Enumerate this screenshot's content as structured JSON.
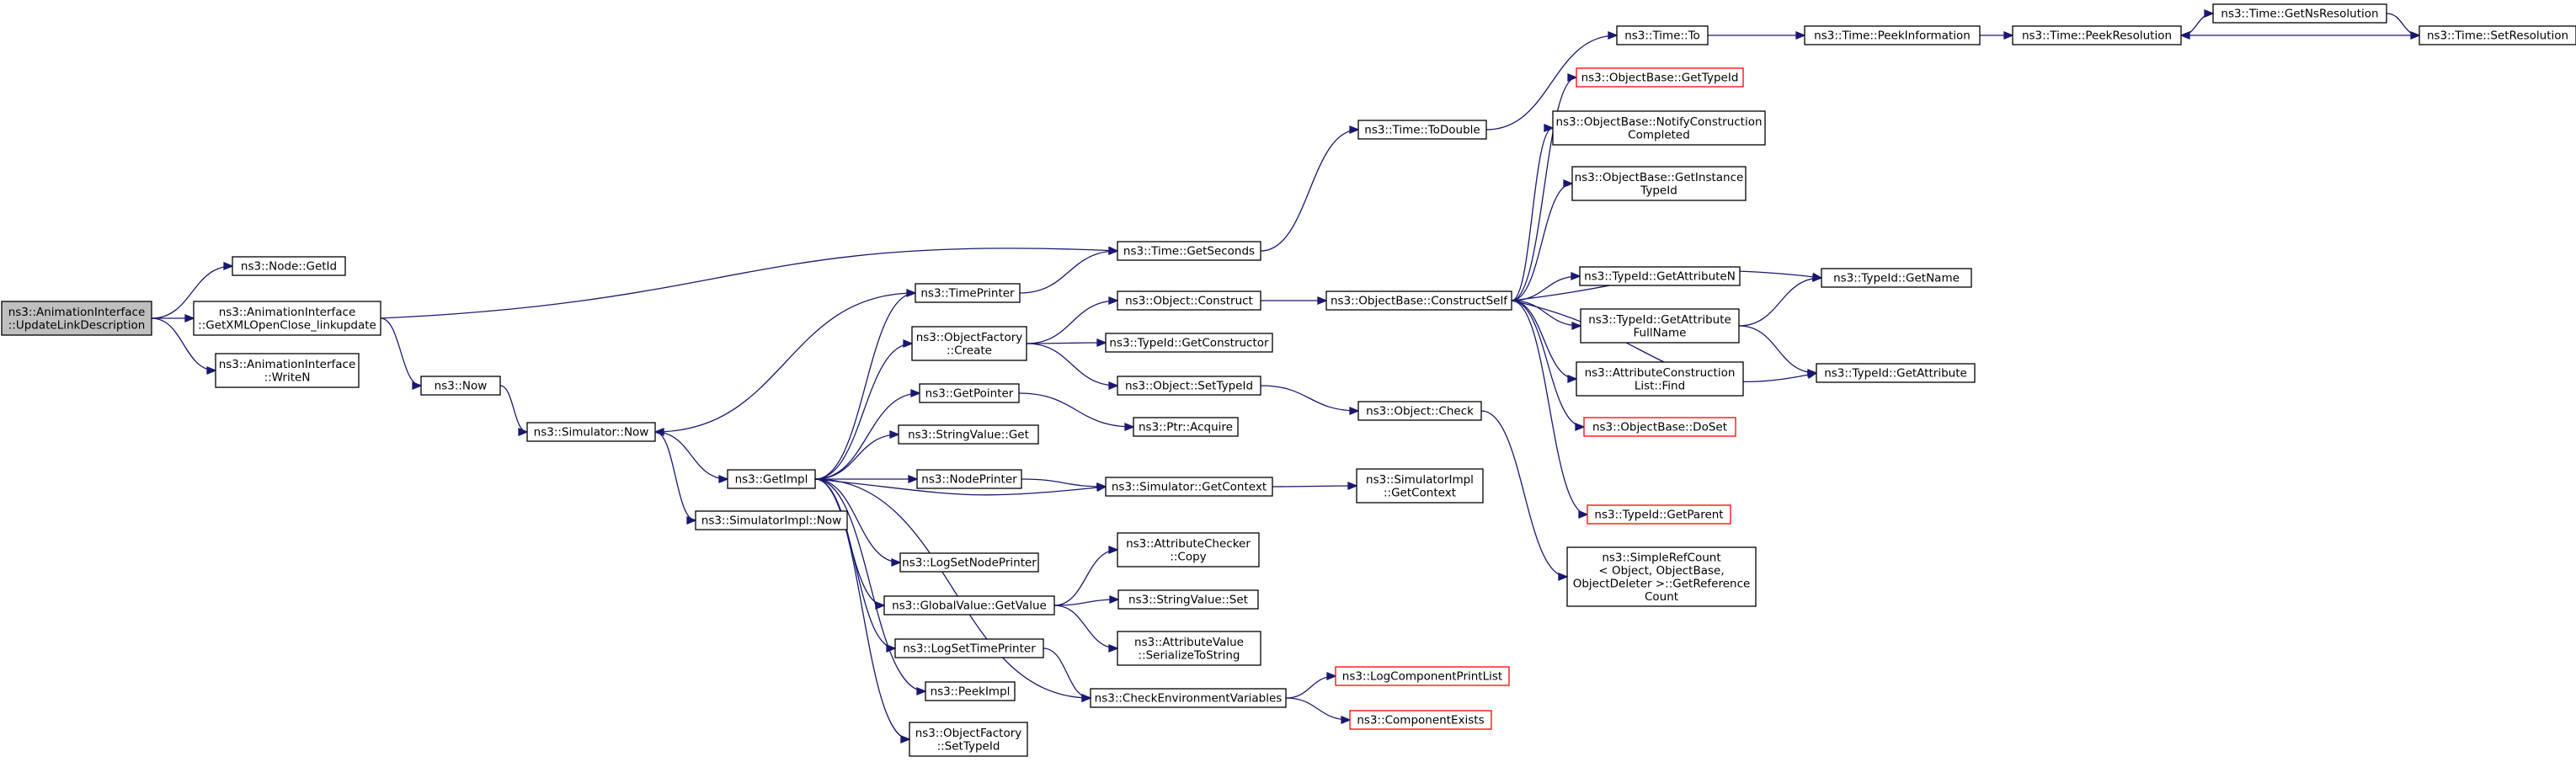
{
  "nodes": {
    "root": {
      "lines": [
        "ns3::AnimationInterface",
        "::UpdateLinkDescription"
      ],
      "kind": "root"
    },
    "getid": {
      "lines": [
        "ns3::Node::GetId"
      ]
    },
    "getxml": {
      "lines": [
        "ns3::AnimationInterface",
        "::GetXMLOpenClose_linkupdate"
      ]
    },
    "writen": {
      "lines": [
        "ns3::AnimationInterface",
        "::WriteN"
      ]
    },
    "now": {
      "lines": [
        "ns3::Now"
      ]
    },
    "simnow": {
      "lines": [
        "ns3::Simulator::Now"
      ]
    },
    "getimpl": {
      "lines": [
        "ns3::GetImpl"
      ]
    },
    "simimplnow": {
      "lines": [
        "ns3::SimulatorImpl::Now"
      ]
    },
    "timeprinter": {
      "lines": [
        "ns3::TimePrinter"
      ]
    },
    "objfactcreate": {
      "lines": [
        "ns3::ObjectFactory",
        "::Create"
      ]
    },
    "getpointer": {
      "lines": [
        "ns3::GetPointer"
      ]
    },
    "strvalget": {
      "lines": [
        "ns3::StringValue::Get"
      ]
    },
    "nodeprinter": {
      "lines": [
        "ns3::NodePrinter"
      ]
    },
    "logsetnode": {
      "lines": [
        "ns3::LogSetNodePrinter"
      ]
    },
    "gvgetvalue": {
      "lines": [
        "ns3::GlobalValue::GetValue"
      ]
    },
    "logsettime": {
      "lines": [
        "ns3::LogSetTimePrinter"
      ]
    },
    "peekimpl": {
      "lines": [
        "ns3::PeekImpl"
      ]
    },
    "objfactsettype": {
      "lines": [
        "ns3::ObjectFactory",
        "::SetTypeId"
      ]
    },
    "timegetseconds": {
      "lines": [
        "ns3::Time::GetSeconds"
      ]
    },
    "objconstruct": {
      "lines": [
        "ns3::Object::Construct"
      ]
    },
    "typeidgetctor": {
      "lines": [
        "ns3::TypeId::GetConstructor"
      ]
    },
    "objsettype": {
      "lines": [
        "ns3::Object::SetTypeId"
      ]
    },
    "ptracquire": {
      "lines": [
        "ns3::Ptr::Acquire"
      ]
    },
    "simgetctx": {
      "lines": [
        "ns3::Simulator::GetContext"
      ]
    },
    "attrcheckcopy": {
      "lines": [
        "ns3::AttributeChecker",
        "::Copy"
      ]
    },
    "strvalset": {
      "lines": [
        "ns3::StringValue::Set"
      ]
    },
    "attrvalser": {
      "lines": [
        "ns3::AttributeValue",
        "::SerializeToString"
      ]
    },
    "checkenv": {
      "lines": [
        "ns3::CheckEnvironmentVariables"
      ]
    },
    "logcompprint": {
      "lines": [
        "ns3::LogComponentPrintList"
      ],
      "kind": "red"
    },
    "compexists": {
      "lines": [
        "ns3::ComponentExists"
      ],
      "kind": "red"
    },
    "timetodouble": {
      "lines": [
        "ns3::Time::ToDouble"
      ]
    },
    "objbasector": {
      "lines": [
        "ns3::ObjectBase::ConstructSelf"
      ]
    },
    "objcheck": {
      "lines": [
        "ns3::Object::Check"
      ]
    },
    "simimplgetctx": {
      "lines": [
        "ns3::SimulatorImpl",
        "::GetContext"
      ]
    },
    "timeto": {
      "lines": [
        "ns3::Time::To"
      ]
    },
    "obgettypeid": {
      "lines": [
        "ns3::ObjectBase::GetTypeId"
      ],
      "kind": "red"
    },
    "obnotify": {
      "lines": [
        "ns3::ObjectBase::NotifyConstruction",
        "Completed"
      ]
    },
    "obgetinst": {
      "lines": [
        "ns3::ObjectBase::GetInstance",
        "TypeId"
      ]
    },
    "tidgetattrn": {
      "lines": [
        "ns3::TypeId::GetAttributeN"
      ]
    },
    "tidgetattrfull": {
      "lines": [
        "ns3::TypeId::GetAttribute",
        "FullName"
      ]
    },
    "attrconstrfind": {
      "lines": [
        "ns3::AttributeConstruction",
        "List::Find"
      ]
    },
    "obdoset": {
      "lines": [
        "ns3::ObjectBase::DoSet"
      ],
      "kind": "red"
    },
    "tidgetparent": {
      "lines": [
        "ns3::TypeId::GetParent"
      ],
      "kind": "red"
    },
    "simplerefcount": {
      "lines": [
        "ns3::SimpleRefCount",
        "< Object, ObjectBase,",
        "ObjectDeleter >::GetReference",
        "Count"
      ]
    },
    "timepeekinfo": {
      "lines": [
        "ns3::Time::PeekInformation"
      ]
    },
    "timepeekres": {
      "lines": [
        "ns3::Time::PeekResolution"
      ]
    },
    "timegetnsres": {
      "lines": [
        "ns3::Time::GetNsResolution"
      ]
    },
    "timesetres": {
      "lines": [
        "ns3::Time::SetResolution"
      ]
    },
    "tidgetname": {
      "lines": [
        "ns3::TypeId::GetName"
      ]
    },
    "tidgetattr": {
      "lines": [
        "ns3::TypeId::GetAttribute"
      ]
    }
  },
  "edges": [
    [
      "root",
      "getid"
    ],
    [
      "root",
      "getxml"
    ],
    [
      "root",
      "writen"
    ],
    [
      "getxml",
      "timegetseconds"
    ],
    [
      "getxml",
      "now"
    ],
    [
      "now",
      "simnow"
    ],
    [
      "simnow",
      "getimpl"
    ],
    [
      "simnow",
      "simimplnow"
    ],
    [
      "getimpl",
      "timeprinter"
    ],
    [
      "getimpl",
      "objfactcreate"
    ],
    [
      "getimpl",
      "getpointer"
    ],
    [
      "getimpl",
      "strvalget"
    ],
    [
      "getimpl",
      "nodeprinter"
    ],
    [
      "getimpl",
      "simgetctx"
    ],
    [
      "getimpl",
      "logsetnode"
    ],
    [
      "getimpl",
      "gvgetvalue"
    ],
    [
      "getimpl",
      "logsettime"
    ],
    [
      "getimpl",
      "peekimpl"
    ],
    [
      "getimpl",
      "objfactsettype"
    ],
    [
      "getimpl",
      "checkenv"
    ],
    [
      "timeprinter",
      "simnow"
    ],
    [
      "timeprinter",
      "timegetseconds"
    ],
    [
      "objfactcreate",
      "objconstruct"
    ],
    [
      "objfactcreate",
      "typeidgetctor"
    ],
    [
      "objfactcreate",
      "objsettype"
    ],
    [
      "getpointer",
      "ptracquire"
    ],
    [
      "nodeprinter",
      "simgetctx"
    ],
    [
      "gvgetvalue",
      "attrcheckcopy"
    ],
    [
      "gvgetvalue",
      "strvalset"
    ],
    [
      "gvgetvalue",
      "attrvalser"
    ],
    [
      "logsettime",
      "checkenv"
    ],
    [
      "checkenv",
      "logcompprint"
    ],
    [
      "checkenv",
      "compexists"
    ],
    [
      "timegetseconds",
      "timetodouble"
    ],
    [
      "objconstruct",
      "objbasector"
    ],
    [
      "objsettype",
      "objcheck"
    ],
    [
      "simgetctx",
      "simimplgetctx"
    ],
    [
      "timetodouble",
      "timeto"
    ],
    [
      "timeto",
      "timepeekinfo"
    ],
    [
      "timepeekinfo",
      "timepeekres"
    ],
    [
      "timepeekres",
      "timegetnsres"
    ],
    [
      "timegetnsres",
      "timesetres"
    ],
    [
      "timesetres",
      "timepeekres"
    ],
    [
      "objbasector",
      "obgettypeid"
    ],
    [
      "objbasector",
      "obnotify"
    ],
    [
      "objbasector",
      "obgetinst"
    ],
    [
      "objbasector",
      "tidgetname"
    ],
    [
      "objbasector",
      "tidgetattrn"
    ],
    [
      "objbasector",
      "tidgetattrfull"
    ],
    [
      "objbasector",
      "attrconstrfind"
    ],
    [
      "objbasector",
      "obdoset"
    ],
    [
      "objbasector",
      "tidgetattr"
    ],
    [
      "objbasector",
      "tidgetparent"
    ],
    [
      "objcheck",
      "simplerefcount"
    ],
    [
      "tidgetattrfull",
      "tidgetname"
    ],
    [
      "tidgetattrfull",
      "tidgetattr"
    ]
  ]
}
